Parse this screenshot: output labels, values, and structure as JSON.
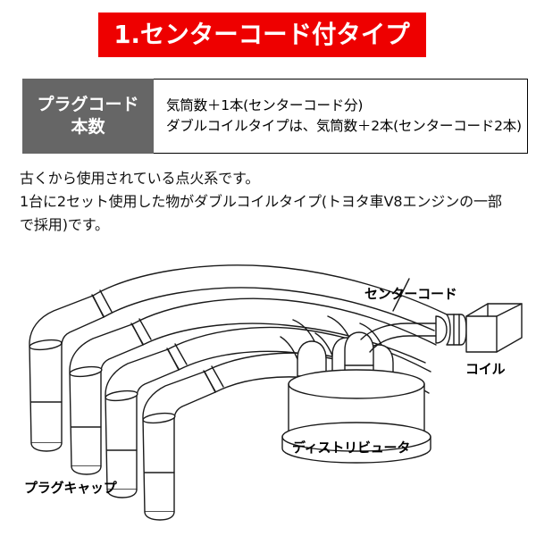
{
  "banner": {
    "title": "1.センターコード付タイプ",
    "bg_color": "#ee0000",
    "text_color": "#ffffff"
  },
  "spec_table": {
    "label_bg_color": "#666666",
    "label_lines": [
      "プラグコード",
      "本数"
    ],
    "value_lines": [
      "気筒数＋1本(センターコード分)",
      "ダブルコイルタイプは、気筒数＋2本(センターコード2本)"
    ]
  },
  "body": {
    "paragraphs": [
      "古くから使用されている点火系です。",
      "1台に2セット使用した物がダブルコイルタイプ(トヨタ車V8エンジンの一部で採用)です。"
    ]
  },
  "diagram": {
    "labels": {
      "center_cord": "センターコード",
      "coil": "コイル",
      "distributor": "ディストリビュータ",
      "plug_cap": "プラグキャップ"
    },
    "stroke_color": "#1a1a1a",
    "fill_color": "#ffffff",
    "plug_cap_count": 4
  }
}
